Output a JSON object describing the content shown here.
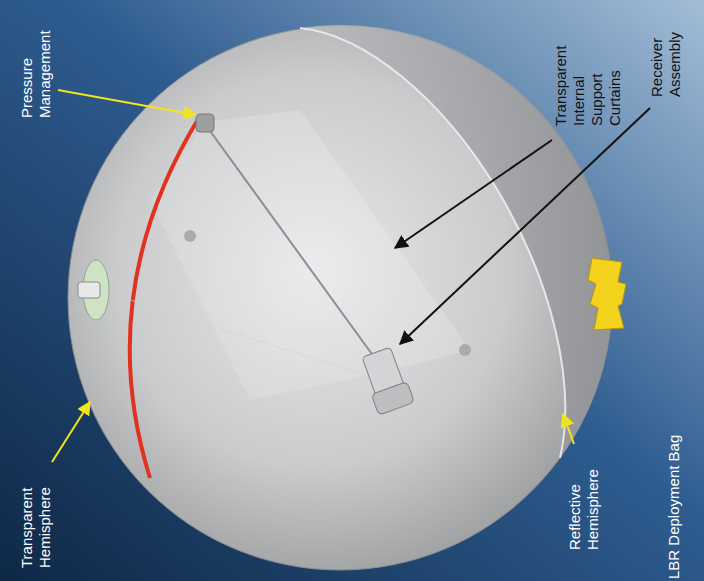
{
  "diagram": {
    "labels": [
      "Pressure Management",
      "Transparent Internal Support Curtains",
      "Receiver Assembly",
      "Transparent Hemisphere",
      "Reflective Hemisphere",
      "LBR Deployment Bag"
    ]
  }
}
